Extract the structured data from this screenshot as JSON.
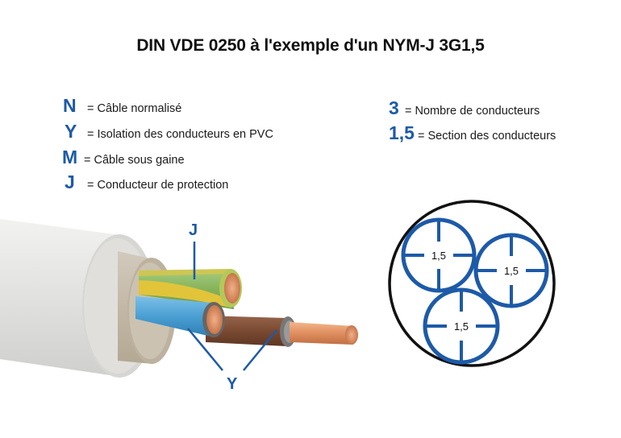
{
  "title": "DIN VDE 0250 à l'exemple d'un NYM-J 3G1,5",
  "legend_left": [
    {
      "key": "N",
      "desc": "= Câble normalisé"
    },
    {
      "key": "Y",
      "desc": "=  Isolation des conducteurs en PVC"
    },
    {
      "key": "M",
      "desc": "= Câble sous gaine"
    },
    {
      "key": "J",
      "desc": "= Conducteur de protection"
    }
  ],
  "legend_right": [
    {
      "key": "3",
      "desc": "=  Nombre de conducteurs"
    },
    {
      "key": "1,5",
      "desc": "= Section des conducteurs"
    }
  ],
  "cable_callouts": {
    "protective_conductor_label": "J",
    "pvc_insulation_label": "Y"
  },
  "cross_section": {
    "conductors": [
      {
        "label": "1,5"
      },
      {
        "label": "1,5"
      },
      {
        "label": "1,5"
      }
    ]
  },
  "colors": {
    "accent_blue": "#1d5aa8",
    "outer_sheath": "#e3e3e1",
    "inner_filler": "#c9bfae",
    "green_yellow": "#8dbb62",
    "yellow_stripe": "#e2c43a",
    "blue_wire": "#4b9fd3",
    "brown_wire": "#7a4a32",
    "copper": "#d98a5a"
  }
}
